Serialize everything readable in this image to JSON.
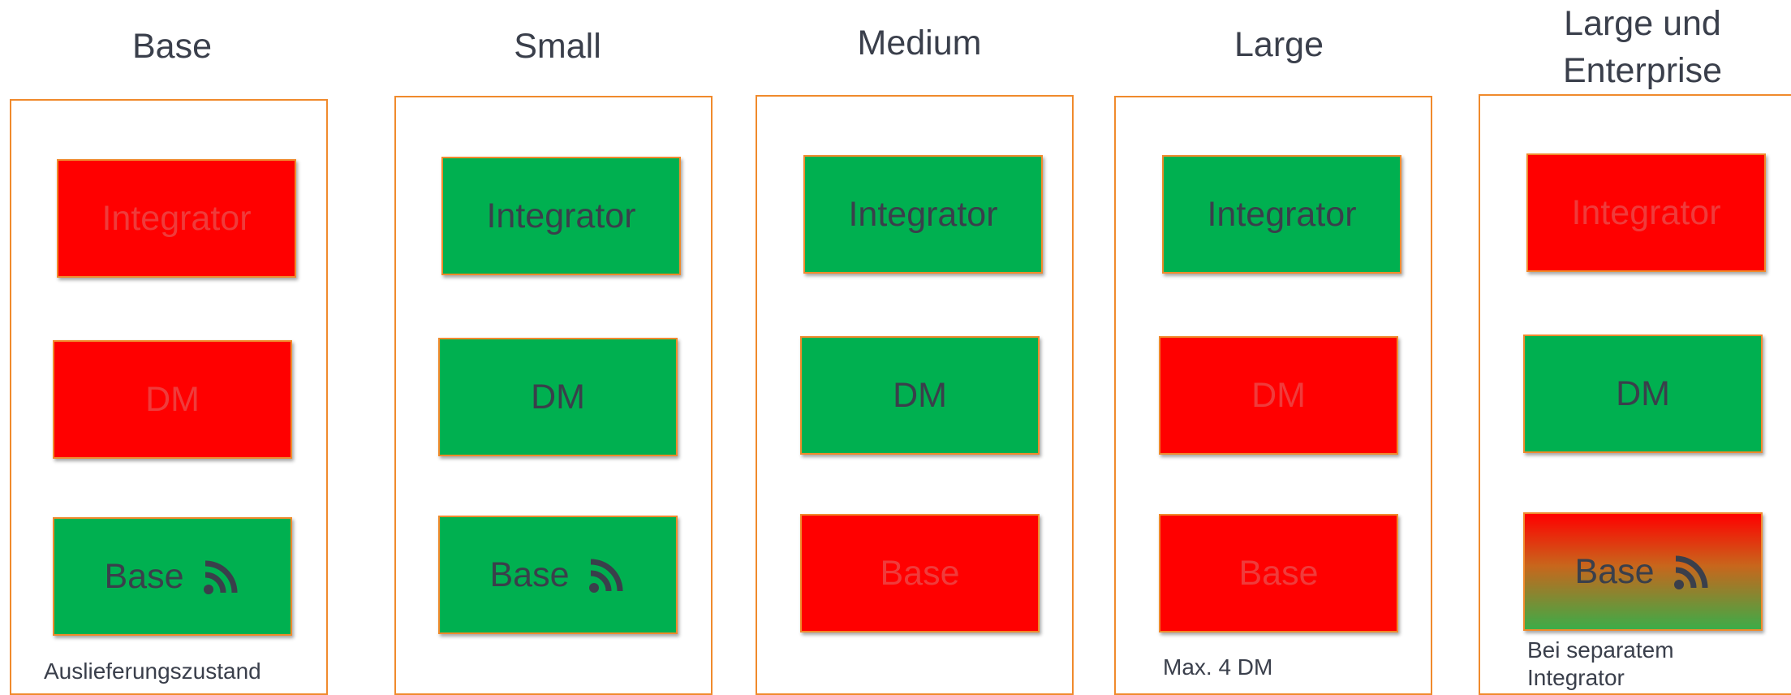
{
  "columns": [
    {
      "title": "Base",
      "boxes": [
        {
          "label": "Integrator",
          "color": "red"
        },
        {
          "label": "DM",
          "color": "red"
        },
        {
          "label": "Base",
          "color": "green",
          "icon": "wifi-icon"
        }
      ],
      "note": "Auslieferungszustand"
    },
    {
      "title": "Small",
      "boxes": [
        {
          "label": "Integrator",
          "color": "green"
        },
        {
          "label": "DM",
          "color": "green"
        },
        {
          "label": "Base",
          "color": "green",
          "icon": "wifi-icon"
        }
      ],
      "note": ""
    },
    {
      "title": "Medium",
      "boxes": [
        {
          "label": "Integrator",
          "color": "green"
        },
        {
          "label": "DM",
          "color": "green"
        },
        {
          "label": "Base",
          "color": "red"
        }
      ],
      "note": ""
    },
    {
      "title": "Large",
      "boxes": [
        {
          "label": "Integrator",
          "color": "green"
        },
        {
          "label": "DM",
          "color": "red"
        },
        {
          "label": "Base",
          "color": "red"
        }
      ],
      "note": "Max. 4 DM"
    },
    {
      "title": "Large und Enterprise",
      "title_lines": [
        "Large und",
        "Enterprise"
      ],
      "boxes": [
        {
          "label": "Integrator",
          "color": "red"
        },
        {
          "label": "DM",
          "color": "green"
        },
        {
          "label": "Base",
          "color": "red-to-green",
          "icon": "wifi-icon"
        }
      ],
      "note": "Bei separatem Integrator",
      "note_lines": [
        "Bei separatem",
        "Integrator"
      ]
    }
  ],
  "colors": {
    "green": "#00b050",
    "red": "#ff0000",
    "outline": "#f08a2c",
    "text": "#3a3f4b"
  }
}
